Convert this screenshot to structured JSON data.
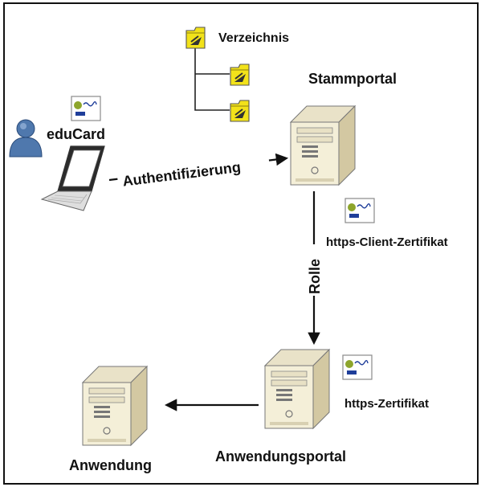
{
  "diagram": {
    "directory_label": "Verzeichnis",
    "user_label": "eduCard",
    "auth_label": "Authentifizierung",
    "stammportal_label": "Stammportal",
    "client_cert_label": "https-Client-Zertifikat",
    "role_label": "Rolle",
    "https_cert_label": "https-Zertifikat",
    "anwendungsportal_label": "Anwendungsportal",
    "anwendung_label": "Anwendung"
  },
  "colors": {
    "frame": "#111111",
    "folder": "#f2e21a",
    "server_front": "#f4efd8",
    "server_side": "#d3c8a2",
    "user": "#4f78ad",
    "cert_dot": "#8da52c",
    "cert_bar": "#1f3e9a"
  },
  "icons": {
    "folder": "folder-icon",
    "server": "server-icon",
    "laptop": "laptop-icon",
    "user": "user-icon",
    "certificate": "certificate-icon"
  }
}
